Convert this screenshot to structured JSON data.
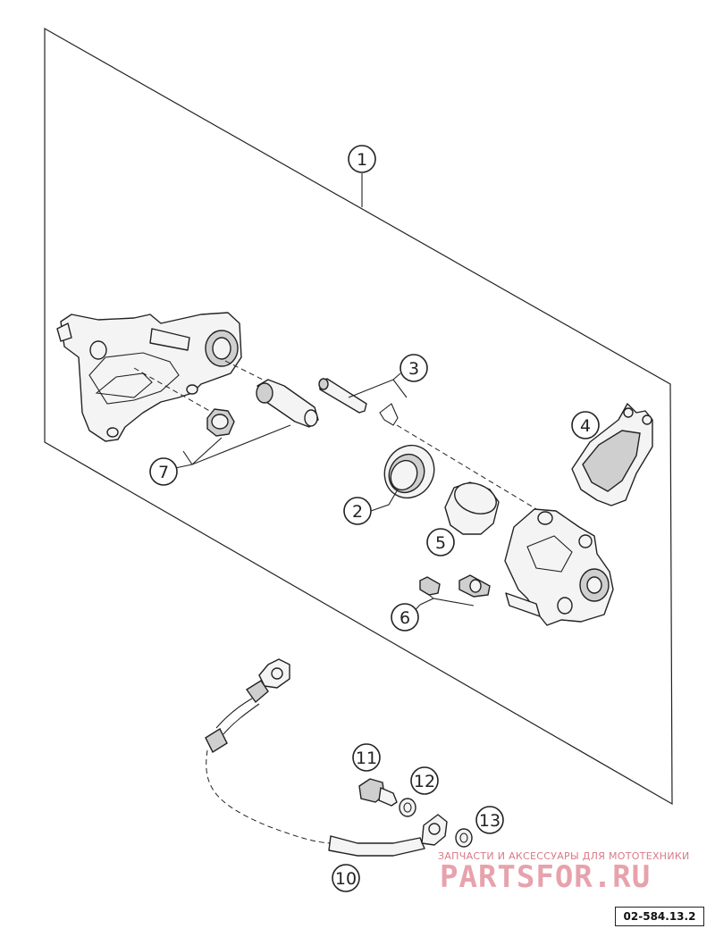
{
  "diagram": {
    "callouts": [
      "1",
      "2",
      "3",
      "4",
      "5",
      "6",
      "7",
      "10",
      "11",
      "12",
      "13"
    ],
    "reference": "02-584.13.2"
  },
  "watermark": {
    "tagline": "ЗАПЧАСТИ И АКСЕССУАРЫ ДЛЯ МОТОТЕХНИКИ",
    "logo": "PARTSFOR.RU"
  }
}
